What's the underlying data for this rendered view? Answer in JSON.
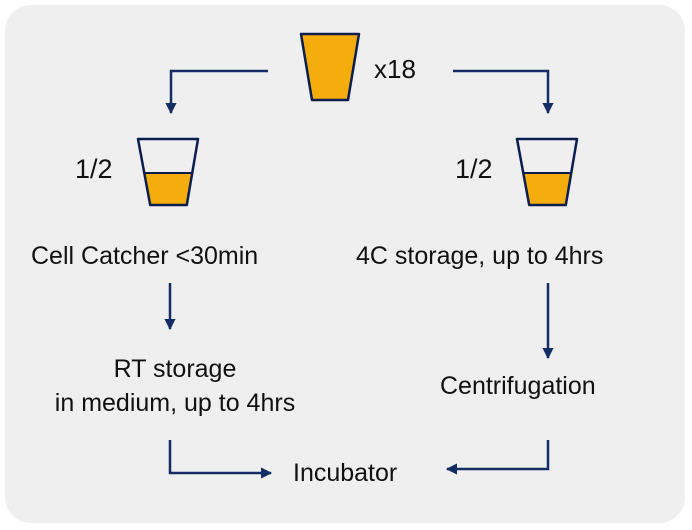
{
  "top": {
    "multiplier": "x18"
  },
  "left_branch": {
    "fraction": "1/2",
    "step1": "Cell Catcher <30min",
    "step2_line1": "RT storage",
    "step2_line2": "in medium, up to 4hrs"
  },
  "right_branch": {
    "fraction": "1/2",
    "step1": "4C storage, up to 4hrs",
    "step2": "Centrifugation"
  },
  "end": {
    "label": "Incubator"
  },
  "colors": {
    "liquid": "#f5ad0e",
    "cup_outline": "#0b1f4f",
    "arrow": "#142d64",
    "panel": "#efefef",
    "text": "#111111"
  },
  "icons": {
    "source_tube": "full-cup-icon",
    "left_cup": "half-cup-icon",
    "right_cup": "half-cup-icon"
  }
}
